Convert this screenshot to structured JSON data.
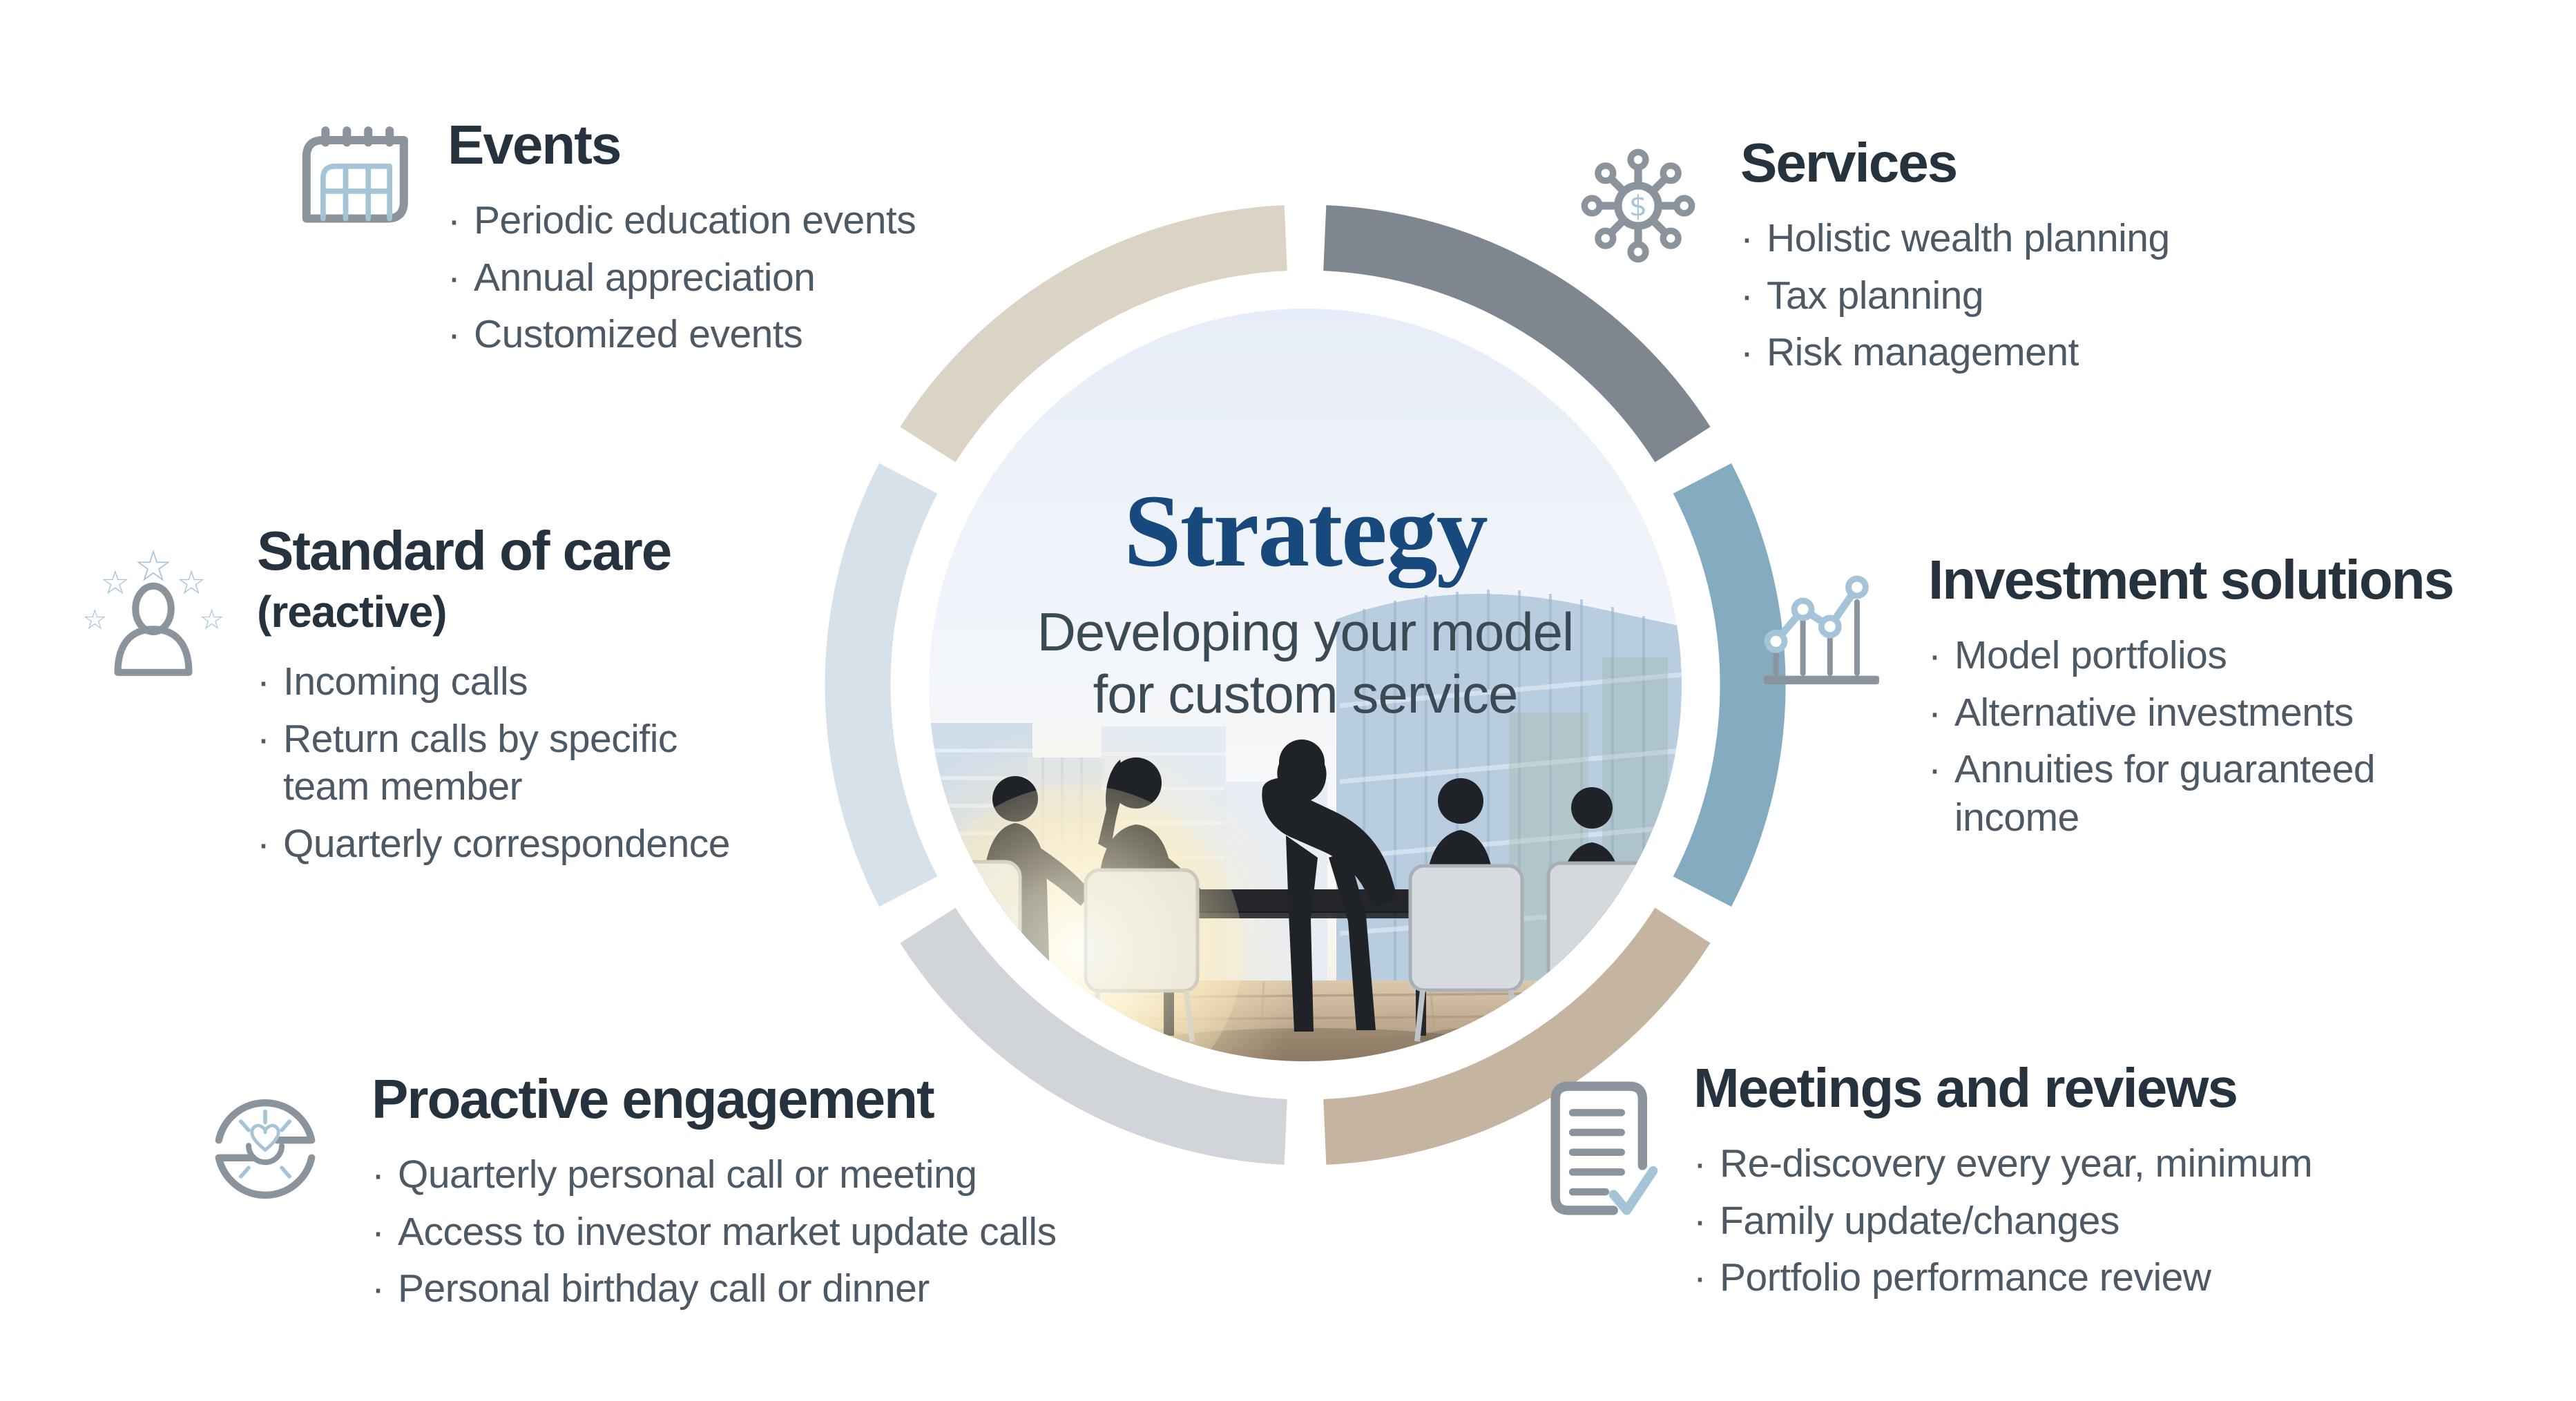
{
  "ui": {
    "bullet_char": "·"
  },
  "glyphs": {
    "dollar": "$",
    "star": "☆"
  },
  "palette": {
    "heading": "#26333e",
    "body": "#4d5964",
    "title_navy": "#17497d",
    "subtitle": "#3c4a56",
    "icon_gray": "#8b949c",
    "icon_accent": "#a5c4d7"
  },
  "center": {
    "title": "Strategy",
    "subtitle": [
      "Developing your model",
      "for custom service"
    ]
  },
  "ring": {
    "segments": [
      {
        "name": "top-right",
        "color": "#7e8790"
      },
      {
        "name": "right",
        "color": "#85abc0"
      },
      {
        "name": "bottom-right",
        "color": "#c5b5a0"
      },
      {
        "name": "bottom-left",
        "color": "#d1d5d9"
      },
      {
        "name": "left",
        "color": "#d7e1e9"
      },
      {
        "name": "top-left",
        "color": "#dbd3c3"
      }
    ]
  },
  "sections": [
    {
      "id": "events",
      "icon": "calendar-icon",
      "title": "Events",
      "bullets": [
        "Periodic education events",
        "Annual appreciation",
        "Customized events"
      ]
    },
    {
      "id": "services",
      "icon": "network-dollar-icon",
      "title": "Services",
      "bullets": [
        "Holistic wealth planning",
        "Tax planning",
        "Risk management"
      ]
    },
    {
      "id": "standard-of-care",
      "icon": "person-stars-icon",
      "title": "Standard of care",
      "subtitle": "(reactive)",
      "bullets": [
        "Incoming calls",
        "Return calls by specific team member",
        "Quarterly correspondence"
      ]
    },
    {
      "id": "investment-solutions",
      "icon": "line-chart-icon",
      "title": "Investment solutions",
      "bullets": [
        "Model portfolios",
        "Alternative investments",
        "Annuities for guaranteed income"
      ]
    },
    {
      "id": "proactive-engagement",
      "icon": "care-heart-icon",
      "title": "Proactive engagement",
      "bullets": [
        "Quarterly personal call or meeting",
        "Access to investor market update calls",
        "Personal birthday call or dinner"
      ]
    },
    {
      "id": "meetings-and-reviews",
      "icon": "document-check-icon",
      "title": "Meetings and reviews",
      "bullets": [
        "Re-discovery every year, minimum",
        "Family update/changes",
        "Portfolio performance review"
      ]
    }
  ]
}
